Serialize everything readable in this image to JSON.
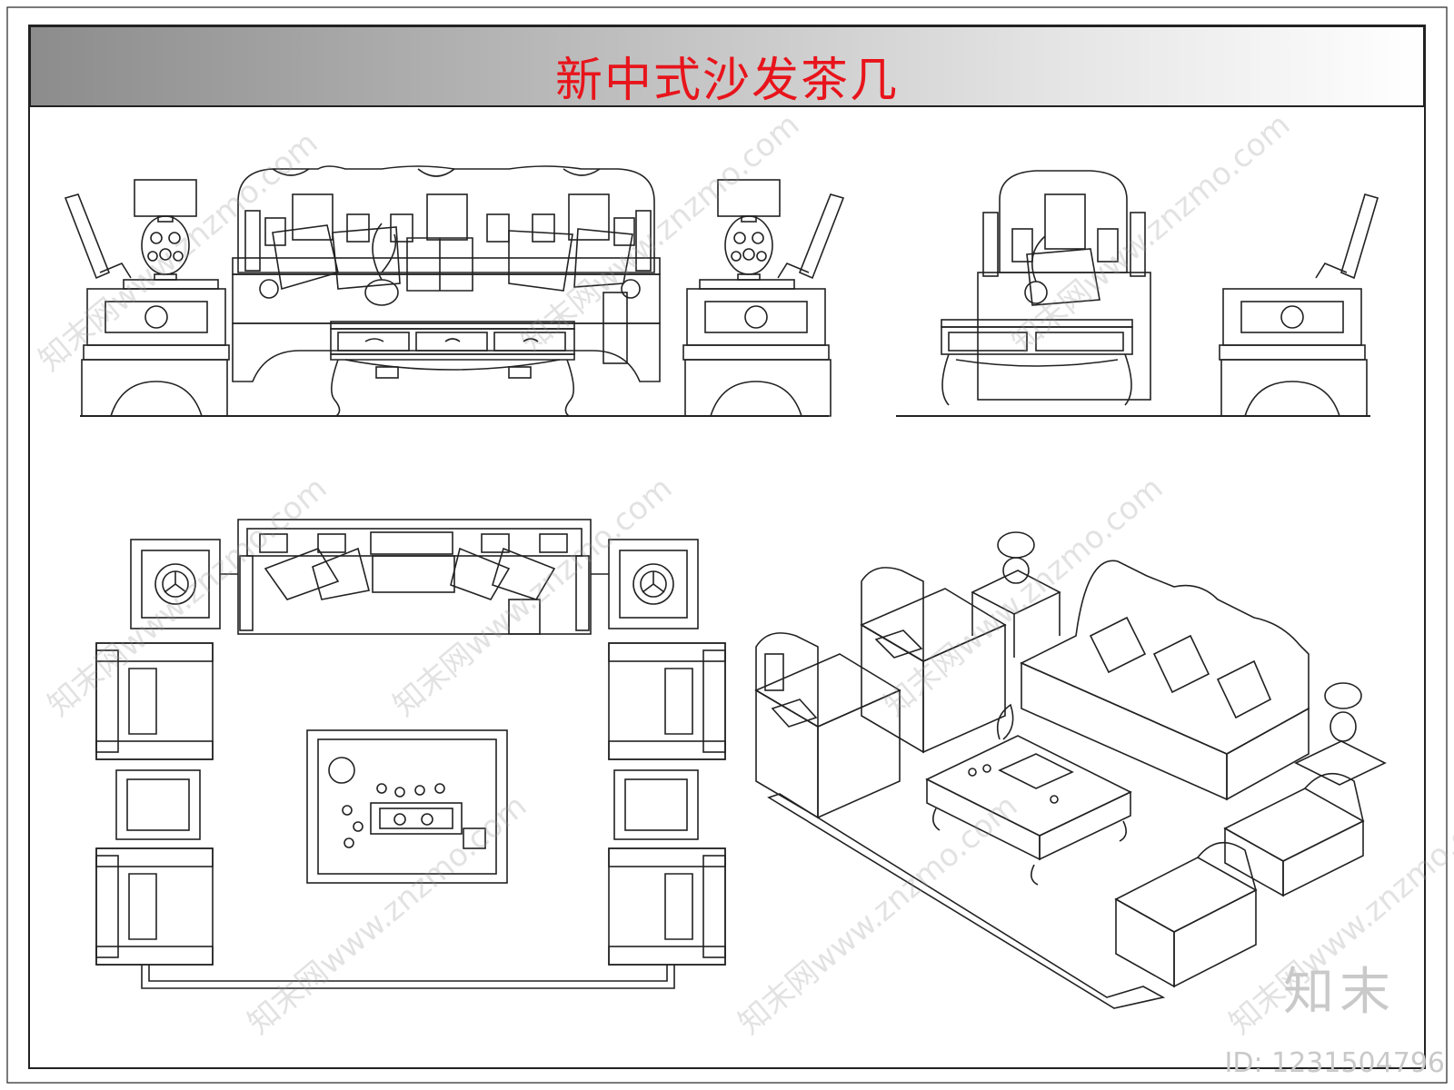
{
  "title": "新中式沙发茶几",
  "brand": "知末",
  "id_label": "ID: 1231504796",
  "watermark": "知末网www.znzmo.com",
  "colors": {
    "title": "#e8141b",
    "line": "#222222",
    "watermark": "#c9c9c9"
  },
  "views": [
    {
      "key": "front-elevation"
    },
    {
      "key": "side-elevation"
    },
    {
      "key": "plan"
    },
    {
      "key": "isometric"
    }
  ]
}
